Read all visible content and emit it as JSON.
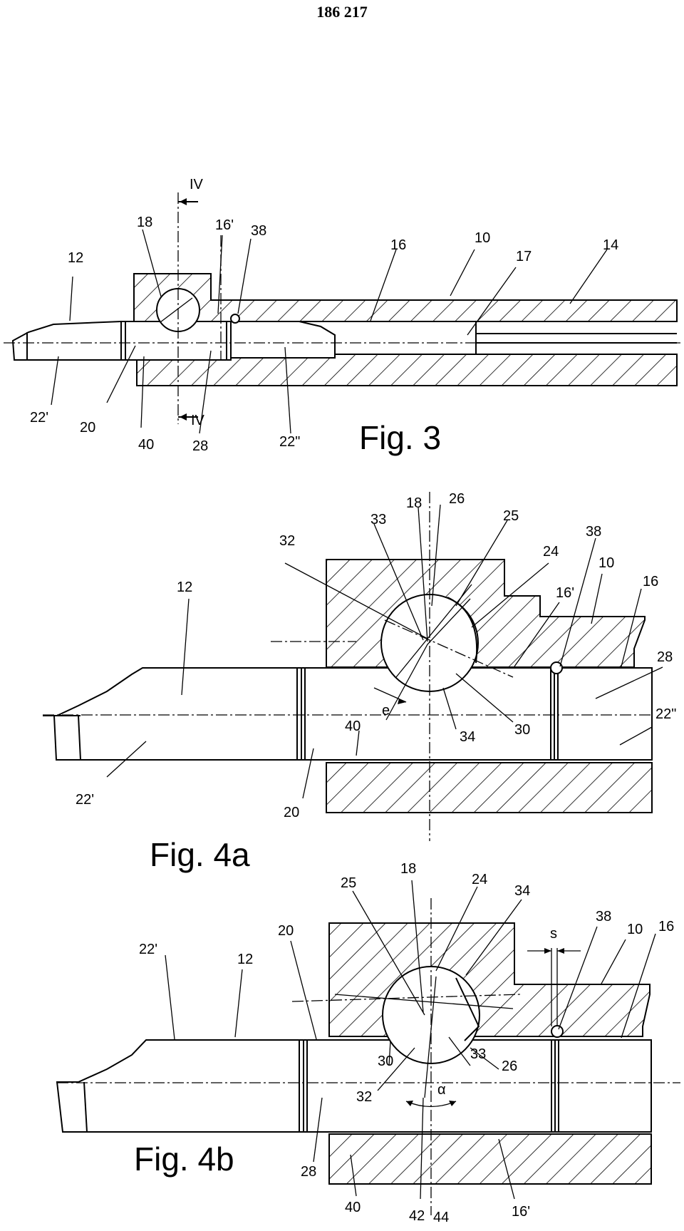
{
  "page": {
    "number": "186 217"
  },
  "fig3": {
    "caption": "Fig. 3",
    "section_marks": [
      "IV",
      "IV"
    ],
    "labels": [
      "12",
      "18",
      "16'",
      "38",
      "16",
      "10",
      "17",
      "14",
      "22'",
      "20",
      "40",
      "28",
      "22\""
    ]
  },
  "fig4a": {
    "caption": "Fig. 4a",
    "labels": [
      "18",
      "26",
      "33",
      "25",
      "32",
      "38",
      "24",
      "10",
      "16'",
      "16",
      "12",
      "28",
      "22\"",
      "e",
      "34",
      "30",
      "40",
      "22'",
      "20"
    ]
  },
  "fig4b": {
    "caption": "Fig. 4b",
    "labels": [
      "25",
      "18",
      "24",
      "34",
      "20",
      "38",
      "10",
      "s",
      "16",
      "22'",
      "12",
      "30",
      "33",
      "32",
      "26",
      "α",
      "28",
      "40",
      "42",
      "44",
      "16'"
    ]
  }
}
